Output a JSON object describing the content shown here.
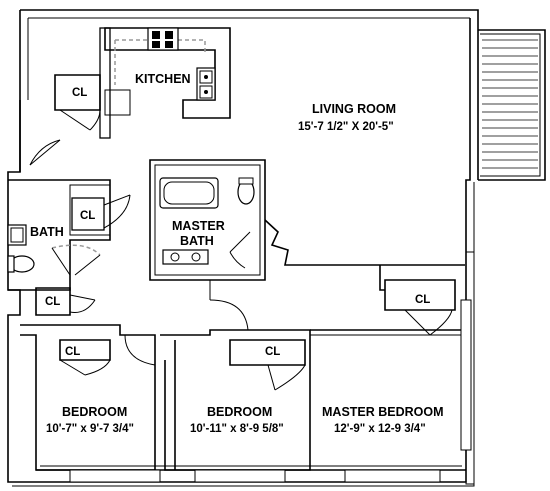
{
  "rooms": {
    "kitchen": {
      "name": "KITCHEN"
    },
    "living_room": {
      "name": "LIVING ROOM",
      "dimensions": "15'-7 1/2\" X 20'-5\""
    },
    "bath": {
      "name": "BATH"
    },
    "master_bath": {
      "line1": "MASTER",
      "line2": "BATH"
    },
    "bedroom_1": {
      "name": "BEDROOM",
      "dimensions": "10'-7\" x 9'-7 3/4\""
    },
    "bedroom_2": {
      "name": "BEDROOM",
      "dimensions": "10'-11\" x 8'-9 5/8\""
    },
    "master_bedroom": {
      "name": "MASTER BEDROOM",
      "dimensions": "12'-9\" x 12-9 3/4\""
    }
  },
  "closets": {
    "kitchen_cl": "CL",
    "bath_cl": "CL",
    "hall_cl": "CL",
    "bedroom1_cl": "CL",
    "bedroom2_cl": "CL",
    "living_cl": "CL"
  }
}
